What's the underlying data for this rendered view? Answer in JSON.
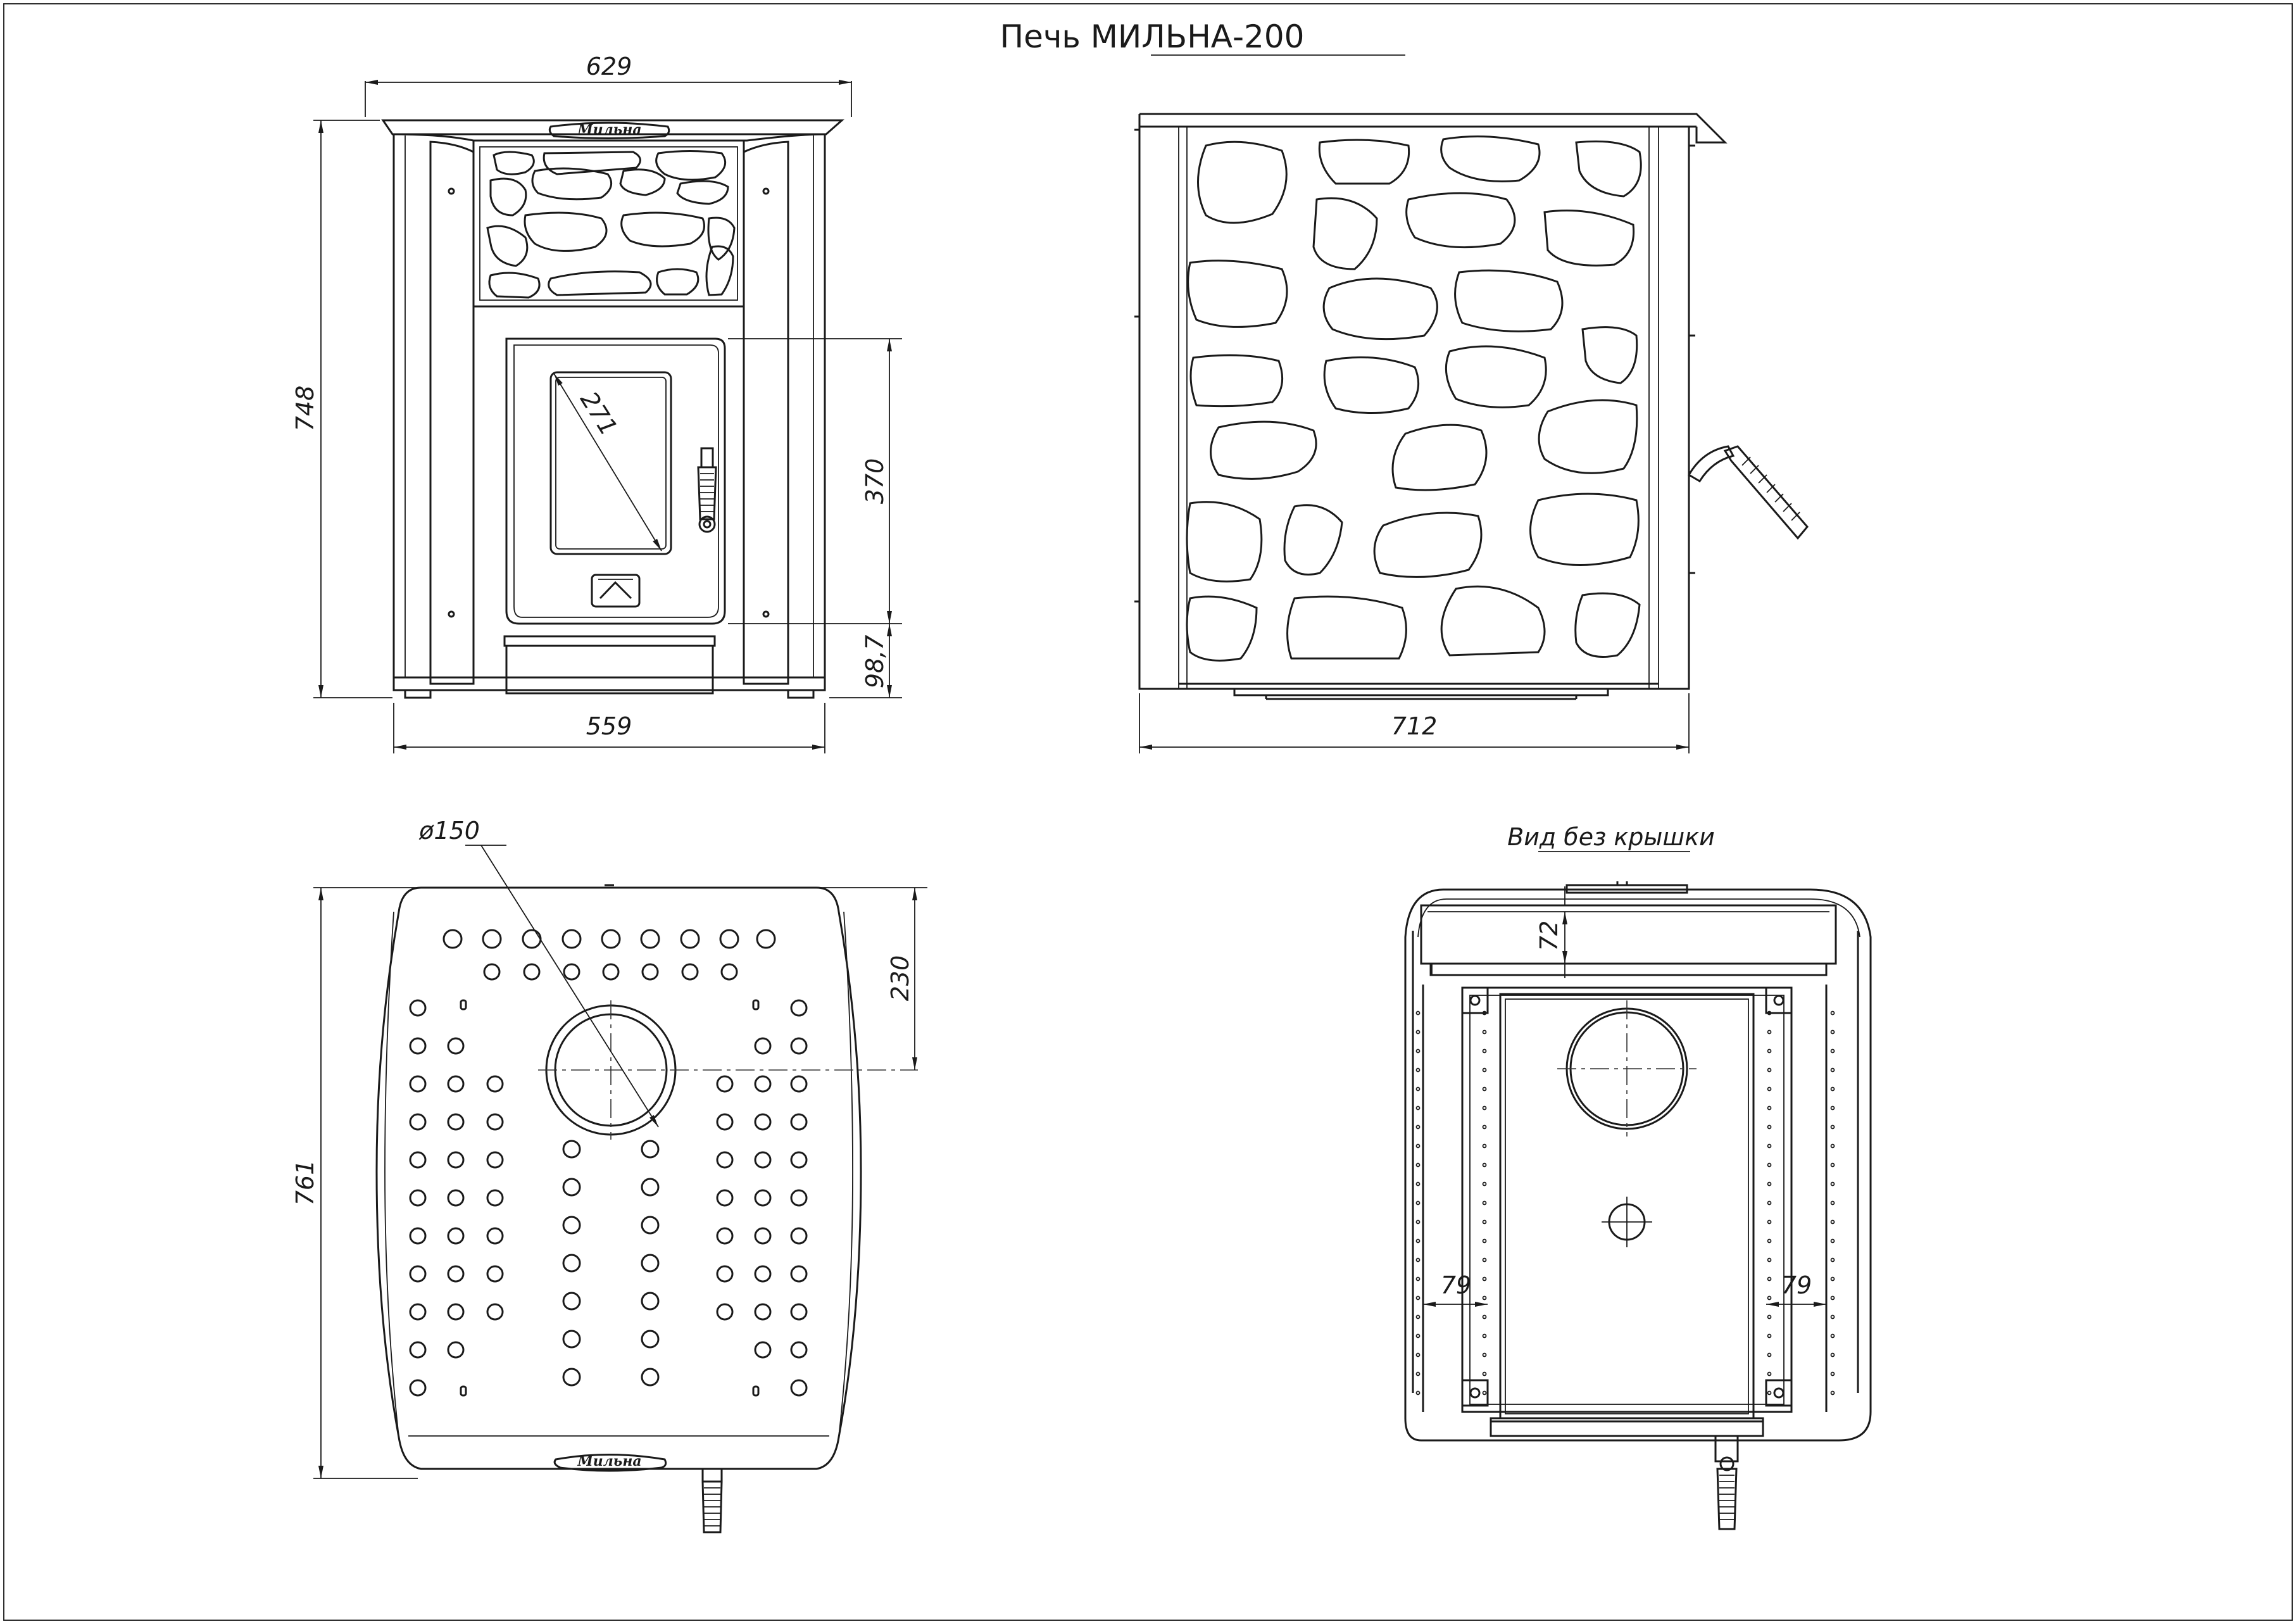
{
  "title": "Печь МИЛЬНА-200",
  "top_view_caption": "Вид без крышки",
  "brand_logo": "Мильна",
  "dimensions": {
    "front_width_top": "629",
    "front_width_bottom": "559",
    "front_height": "748",
    "door_height": "370",
    "ash_drawer_height": "98,7",
    "glass_diagonal": "271",
    "side_depth": "712",
    "top_plate_depth": "761",
    "flue_diameter": "ø150",
    "flue_offset": "230",
    "inner_lid_gap": "72",
    "inner_side_left": "79",
    "inner_side_right": "79"
  }
}
